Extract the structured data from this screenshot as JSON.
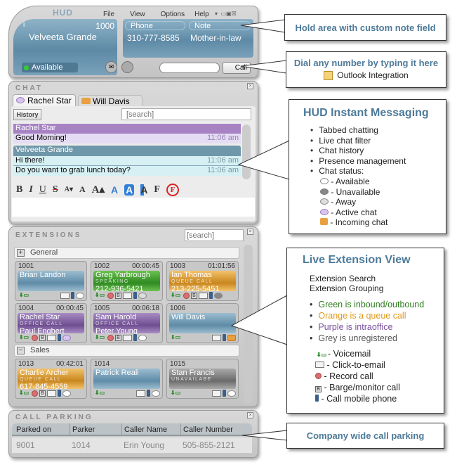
{
  "app": {
    "logo": "HUD",
    "menu": [
      "File",
      "View",
      "Options",
      "Help"
    ]
  },
  "user": {
    "ext": "1000",
    "name": "Velveeta Grande",
    "status": "Available"
  },
  "hold": {
    "phone_label": "Phone",
    "note_label": "Note",
    "phone": "310-777-8585",
    "note": "Mother-in-law"
  },
  "dial": {
    "value": "",
    "call_label": "Call"
  },
  "chat": {
    "title": "CHAT",
    "tabs": [
      "Rachel Star",
      "Will Davis"
    ],
    "history_label": "History",
    "search_placeholder": "[search]",
    "messages": [
      {
        "sender": "Rachel Star",
        "lines": [
          {
            "text": "Good Morning!",
            "time": "11:06 am"
          }
        ]
      },
      {
        "sender": "Velveeta Grande",
        "lines": [
          {
            "text": "Hi there!",
            "time": "11:06 am"
          },
          {
            "text": "Do you want to grab lunch today?",
            "time": "11:06 am"
          }
        ]
      }
    ],
    "format_buttons": [
      "B",
      "I",
      "U",
      "S",
      "A▾",
      "A",
      "A▴",
      "A",
      "A",
      "A",
      "F",
      "F"
    ]
  },
  "extensions": {
    "title": "EXTENSIONS",
    "search_placeholder": "[search]",
    "groups": [
      {
        "name": "General",
        "toggle": "+"
      },
      {
        "name": "Sales",
        "toggle": "−"
      }
    ],
    "tiles": [
      {
        "num": "1001",
        "time": "",
        "name": "Brian Landon",
        "status": "",
        "line2": "",
        "color": "blue",
        "icons": [
          "vm",
          "sp",
          "mail",
          "mob",
          "chat"
        ]
      },
      {
        "num": "1002",
        "time": "00:00:45",
        "name": "Greg Yarbrough",
        "status": "SPEAKING",
        "line2": "212-936-5421",
        "color": "green",
        "icons": [
          "vm",
          "rec",
          "b",
          "mail",
          "mob",
          "away"
        ]
      },
      {
        "num": "1003",
        "time": "01:01:56",
        "name": "Ian Thomas",
        "status": "QUEUE CALL",
        "line2": "213-225-5451",
        "color": "orange",
        "icons": [
          "vm",
          "rec",
          "b",
          "mail",
          "mob",
          "unavail"
        ]
      },
      {
        "num": "1004",
        "time": "00:00:45",
        "name": "Rachel Star",
        "status": "OFFICE CALL",
        "line2": "Paul Engbert",
        "color": "purple",
        "icons": [
          "vm",
          "rec",
          "b",
          "mail",
          "mob",
          "active"
        ]
      },
      {
        "num": "1005",
        "time": "00:06:18",
        "name": "Sam Harold",
        "status": "OFFICE CALL",
        "line2": "Peter Young",
        "color": "purple",
        "icons": [
          "vm",
          "rec",
          "b",
          "mail",
          "mob",
          "chat"
        ]
      },
      {
        "num": "1006",
        "time": "",
        "name": "Will Davis",
        "status": "",
        "line2": "",
        "color": "blue",
        "icons": [
          "vm",
          "sp",
          "mail",
          "mob",
          "incoming"
        ]
      },
      {
        "num": "1013",
        "time": "00:42:01",
        "name": "Charlie Archer",
        "status": "QUEUE CALL",
        "line2": "617-845-4559",
        "color": "orange",
        "icons": [
          "vm",
          "rec",
          "b",
          "mail",
          "mob",
          "chat"
        ]
      },
      {
        "num": "1014",
        "time": "",
        "name": "Patrick Reali",
        "status": "",
        "line2": "",
        "color": "blue",
        "icons": [
          "vm",
          "sp",
          "mail",
          "mob",
          "chat"
        ]
      },
      {
        "num": "1015",
        "time": "",
        "name": "Stan Francis",
        "status": "UNAVAILABE",
        "line2": "",
        "color": "grey",
        "icons": [
          "vm",
          "sp",
          "mail",
          "mob",
          "chat"
        ]
      }
    ]
  },
  "parking": {
    "title": "CALL PARKING",
    "columns": [
      "Parked on",
      "Parker",
      "Caller Name",
      "Caller Number"
    ],
    "rows": [
      [
        "9001",
        "1014",
        "Erin Young",
        "505-855-2121"
      ]
    ]
  },
  "callouts": {
    "hold": "Hold area with custom note field",
    "dial": {
      "title": "Dial any number by typing it here",
      "sub": "Outlook Integration"
    },
    "im": {
      "title": "HUD Instant Messaging",
      "bullets": [
        "Tabbed chatting",
        "Live chat filter",
        "Chat history",
        "Presence management",
        "Chat status:"
      ],
      "statuses": [
        "- Available",
        "- Unavailable",
        "- Away",
        "- Active chat",
        "- Incoming chat"
      ]
    },
    "ext": {
      "title": "Live Extension View",
      "lines": [
        "Extension Search",
        "Extension Grouping"
      ],
      "colors": [
        {
          "text": "Green is inbound/outbound",
          "color": "#2e7d1e"
        },
        {
          "text": "Orange is a queue call",
          "color": "#e09a20"
        },
        {
          "text": "Purple is intraoffice",
          "color": "#7a4fa0"
        },
        {
          "text": "Grey is unregistered",
          "color": "#555555"
        }
      ],
      "legend": [
        "- Voicemail",
        "- Click-to-email",
        "- Record call",
        "- Barge/monitor call",
        "- Call mobile phone"
      ]
    },
    "parking": "Company wide call parking"
  },
  "colors": {
    "blue": "#6f98b2",
    "green": "#3f9a2c",
    "orange": "#e0a23a",
    "purple": "#8b6aa8",
    "grey": "#8a8a8a"
  }
}
